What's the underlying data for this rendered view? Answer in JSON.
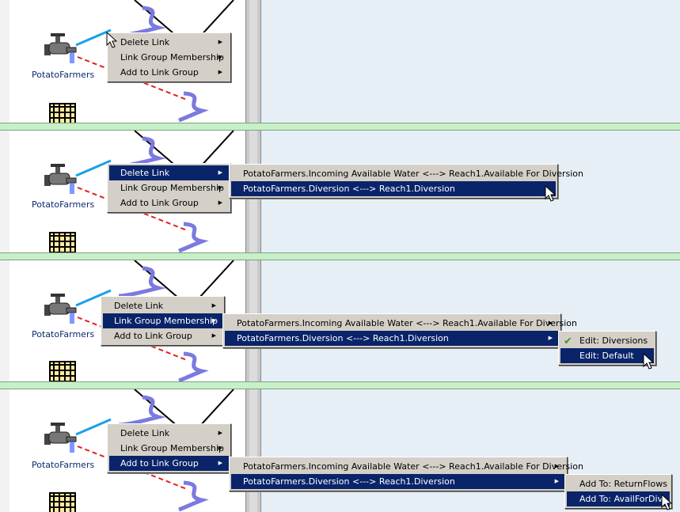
{
  "node_label": "PotatoFarmers",
  "menu": {
    "delete_link": "Delete Link",
    "link_group_membership": "Link Group Membership",
    "add_to_link_group": "Add to Link Group"
  },
  "links": {
    "incoming": "PotatoFarmers.Incoming Available Water <---> Reach1.Available For Diversion",
    "diversion": "PotatoFarmers.Diversion <---> Reach1.Diversion"
  },
  "membership_submenu": {
    "edit_diversions": "Edit: Diversions",
    "edit_default": "Edit: Default"
  },
  "add_submenu": {
    "add_return": "Add To: ReturnFlows",
    "add_avail": "Add To: AvailForDiv"
  },
  "colors": {
    "menu_bg": "#d4d0c8",
    "selection": "#0a246a",
    "link_blue": "#1ca0e8",
    "link_red": "#e02020",
    "separator": "#c7f0c9"
  }
}
